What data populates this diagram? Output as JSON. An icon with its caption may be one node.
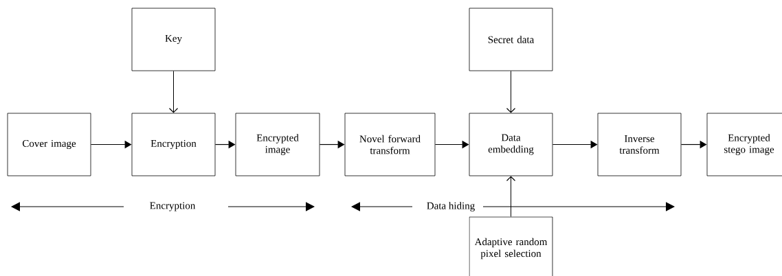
{
  "diagram": {
    "nodes": [
      {
        "text": [
          "Key"
        ]
      },
      {
        "text": [
          "Secret data"
        ]
      },
      {
        "text": [
          "Cover image"
        ]
      },
      {
        "text": [
          "Encryption"
        ]
      },
      {
        "text": [
          "Encrypted image"
        ]
      },
      {
        "text": [
          "Novel forward transform"
        ]
      },
      {
        "text": [
          "Data embedding"
        ]
      },
      {
        "text": [
          "Inverse transform"
        ]
      },
      {
        "text": [
          "Encrypted stego image"
        ]
      },
      {
        "text": [
          "Adaptive random pixel selection"
        ]
      }
    ],
    "edges": [
      {
        "from": 2,
        "to": 3,
        "arrow": "to"
      },
      {
        "from": 0,
        "to": 3,
        "arrow": "to"
      },
      {
        "from": 3,
        "to": 4,
        "arrow": "to"
      },
      {
        "from": 4,
        "to": 5,
        "arrow": "to"
      },
      {
        "from": 5,
        "to": 6,
        "arrow": "to"
      },
      {
        "from": 1,
        "to": 6,
        "arrow": "to"
      },
      {
        "from": 9,
        "to": 6,
        "arrow": "to"
      },
      {
        "from": 6,
        "to": 7,
        "arrow": "to"
      },
      {
        "from": 7,
        "to": 8,
        "arrow": "to"
      }
    ],
    "labels": [
      "Encryption",
      "Data hiding"
    ]
  }
}
